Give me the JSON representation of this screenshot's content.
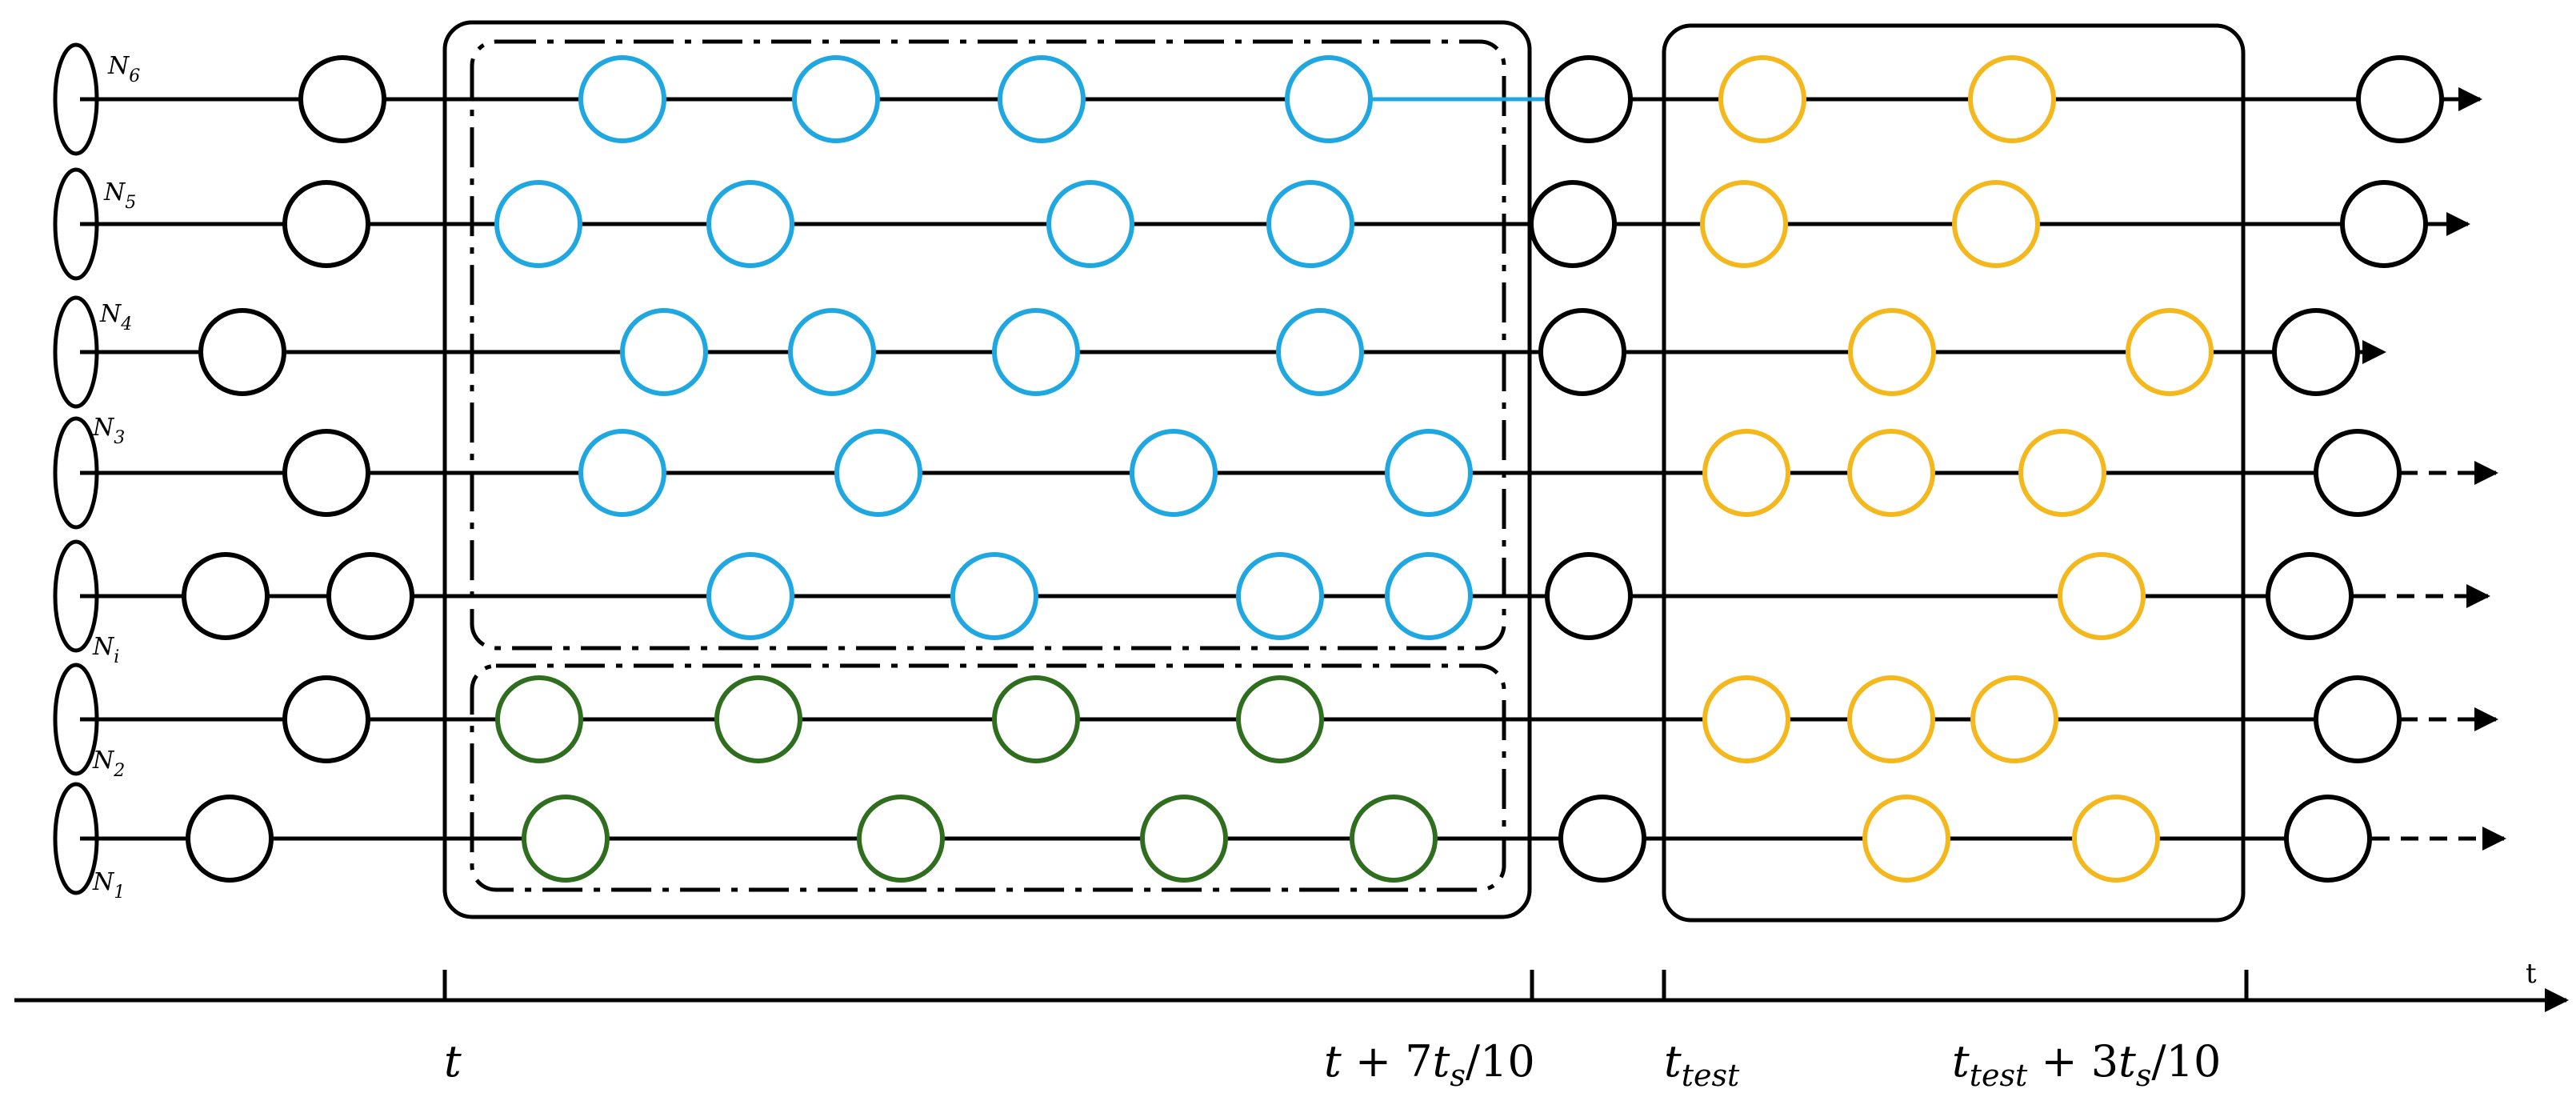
{
  "colors": {
    "line": "#000000",
    "black_event": "#000000",
    "blue_event": "#1ea7e1",
    "green_event": "#2e6e1e",
    "yellow_event": "#f4b71c"
  },
  "node_labels": [
    {
      "base": "N",
      "sub": "6"
    },
    {
      "base": "N",
      "sub": "5"
    },
    {
      "base": "N",
      "sub": "4"
    },
    {
      "base": "N",
      "sub": "3"
    },
    {
      "base": "N",
      "sub": "i"
    },
    {
      "base": "N",
      "sub": "2"
    },
    {
      "base": "N",
      "sub": "1"
    }
  ],
  "timeline": {
    "axis_letter": "t",
    "tick_labels": [
      {
        "parts": [
          {
            "t": "t",
            "style": "italic"
          }
        ]
      },
      {
        "parts": [
          {
            "t": "t",
            "style": "italic"
          },
          {
            "t": " + 7",
            "style": "normal"
          },
          {
            "t": "t",
            "style": "italic"
          },
          {
            "t": "s",
            "style": "sub"
          },
          {
            "t": "/10",
            "style": "normal"
          }
        ]
      },
      {
        "parts": [
          {
            "t": "t",
            "style": "italic"
          },
          {
            "t": "test",
            "style": "sub"
          }
        ]
      },
      {
        "parts": [
          {
            "t": "t",
            "style": "italic"
          },
          {
            "t": "test",
            "style": "sub"
          },
          {
            "t": " + 3",
            "style": "normal"
          },
          {
            "t": "t",
            "style": "italic"
          },
          {
            "t": "s",
            "style": "sub"
          },
          {
            "t": "/10",
            "style": "normal"
          }
        ]
      }
    ]
  },
  "rows": [
    {
      "end": "solid",
      "events": [
        "black",
        "blue",
        "blue",
        "blue",
        "blue",
        "black",
        "yellow",
        "yellow",
        "black"
      ]
    },
    {
      "end": "solid",
      "events": [
        "black",
        "blue",
        "blue",
        "blue",
        "blue",
        "black",
        "yellow",
        "yellow",
        "black"
      ]
    },
    {
      "end": "dashed",
      "events": [
        "black",
        "blue",
        "blue",
        "blue",
        "blue",
        "black",
        "yellow",
        "yellow",
        "black"
      ]
    },
    {
      "end": "dashed",
      "events": [
        "black",
        "blue",
        "blue",
        "blue",
        "blue",
        "yellow",
        "yellow",
        "yellow",
        "black"
      ]
    },
    {
      "end": "dashed",
      "events": [
        "black",
        "black",
        "blue",
        "blue",
        "blue",
        "blue",
        "black",
        "yellow",
        "black"
      ]
    },
    {
      "end": "dashed",
      "events": [
        "black",
        "green",
        "green",
        "green",
        "green",
        "yellow",
        "yellow",
        "yellow",
        "black"
      ]
    },
    {
      "end": "dashed",
      "events": [
        "black",
        "green",
        "green",
        "green",
        "green",
        "black",
        "yellow",
        "yellow",
        "black"
      ]
    }
  ]
}
